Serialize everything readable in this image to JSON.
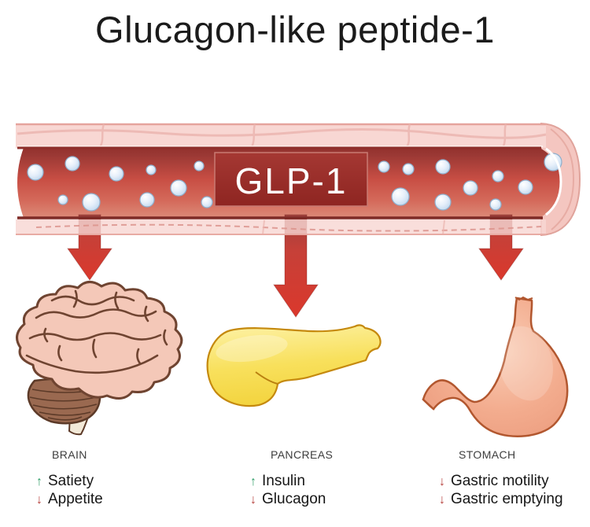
{
  "title": "Glucagon-like peptide-1",
  "vessel": {
    "label": "GLP-1",
    "molecules": [
      [
        45,
        219,
        10
      ],
      [
        92,
        208,
        9
      ],
      [
        80,
        254,
        6
      ],
      [
        116,
        257,
        11
      ],
      [
        148,
        221,
        9
      ],
      [
        192,
        216,
        6
      ],
      [
        187,
        254,
        9
      ],
      [
        227,
        239,
        10
      ],
      [
        253,
        211,
        6
      ],
      [
        263,
        257,
        7
      ],
      [
        488,
        212,
        7
      ],
      [
        519,
        215,
        7
      ],
      [
        563,
        212,
        9
      ],
      [
        509,
        250,
        11
      ],
      [
        563,
        257,
        10
      ],
      [
        598,
        239,
        9
      ],
      [
        633,
        224,
        7
      ],
      [
        630,
        260,
        7
      ],
      [
        668,
        238,
        9
      ],
      [
        703,
        206,
        11
      ]
    ],
    "colors": {
      "wall": "#f8d7d3",
      "wall_line": "#ecb6b0",
      "lumen_top": "#9a3531",
      "lumen_bottom": "#dc8a78",
      "label_bg": "#9c2c28",
      "label_text": "#ffffff",
      "molecule": "#cfe3f5"
    }
  },
  "colors": {
    "arrow": "#d23a30",
    "increase": "#2f9e68",
    "decrease": "#b5403c",
    "brain_fill": "#f4c8b8",
    "brain_outline": "#6f4431",
    "cerebellum_fill": "#9a6950",
    "brainstem_fill": "#f2e9d8",
    "pancreas_fill": "#f8e058",
    "pancreas_outline": "#c5890e",
    "stomach_fill": "#f3ac8e",
    "stomach_outline": "#b2572f"
  },
  "organs": [
    {
      "name": "BRAIN",
      "effects": [
        {
          "arrow": "↑",
          "trend": "increase",
          "label": "Satiety"
        },
        {
          "arrow": "↓",
          "trend": "decrease",
          "label": "Appetite"
        }
      ]
    },
    {
      "name": "PANCREAS",
      "effects": [
        {
          "arrow": "↑",
          "trend": "increase",
          "label": "Insulin"
        },
        {
          "arrow": "↓",
          "trend": "decrease",
          "label": "Glucagon"
        }
      ]
    },
    {
      "name": "STOMACH",
      "effects": [
        {
          "arrow": "↓",
          "trend": "decrease",
          "label": "Gastric motility"
        },
        {
          "arrow": "↓",
          "trend": "decrease",
          "label": "Gastric emptying"
        }
      ]
    }
  ]
}
